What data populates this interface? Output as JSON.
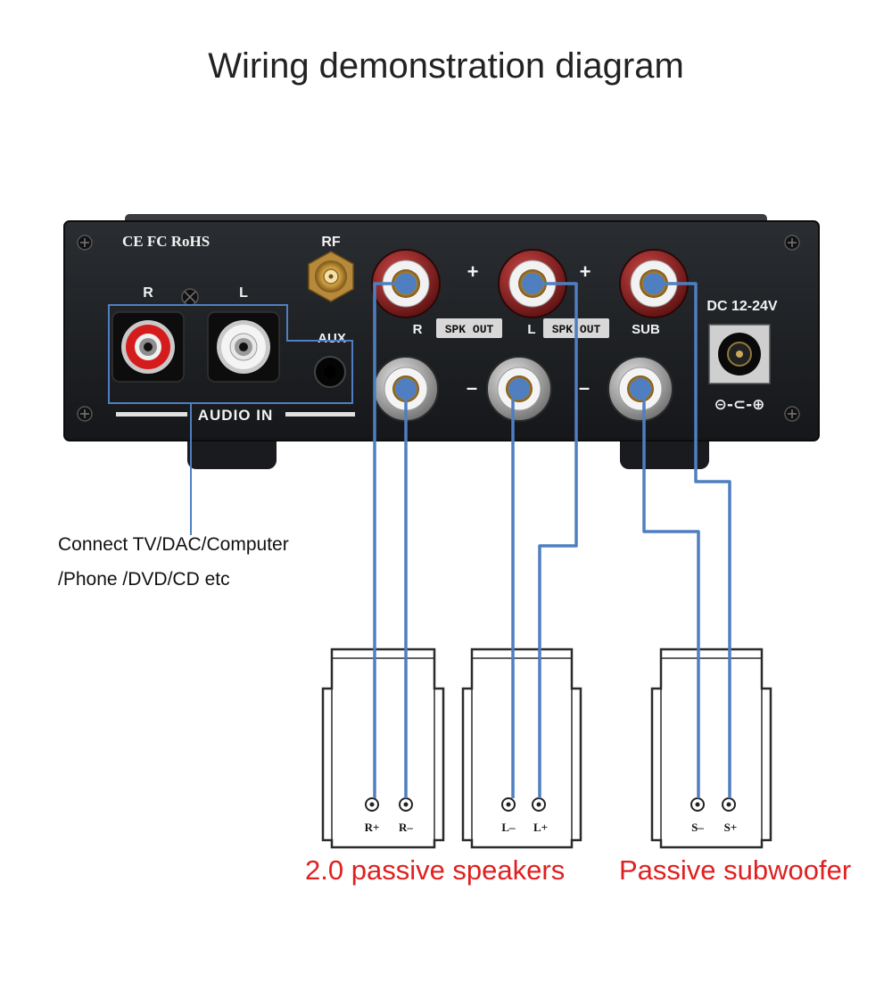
{
  "title": "Wiring demonstration diagram",
  "wire_color": "#4f7fc0",
  "caption_color": "#e02020",
  "amplifier": {
    "certifications": "CE FC RoHS",
    "rf_label": "RF",
    "rca_r_label": "R",
    "rca_l_label": "L",
    "aux_label": "AUX",
    "audio_in_label": "AUDIO IN",
    "plus_sign": "+",
    "minus_sign": "–",
    "r_label": "R",
    "l_label": "L",
    "spk_out_label": "SPK OUT",
    "sub_label": "SUB",
    "dc_label": "DC 12-24V",
    "dc_polarity": "⊝-⊂-⊕"
  },
  "source_note": {
    "line1": "Connect TV/DAC/Computer",
    "line2": "/Phone /DVD/CD etc"
  },
  "speakers": [
    {
      "left_terminal": "R+",
      "right_terminal": "R–"
    },
    {
      "left_terminal": "L–",
      "right_terminal": "L+"
    },
    {
      "left_terminal": "S–",
      "right_terminal": "S+"
    }
  ],
  "captions": {
    "speakers": "2.0 passive speakers",
    "subwoofer": "Passive subwoofer"
  }
}
